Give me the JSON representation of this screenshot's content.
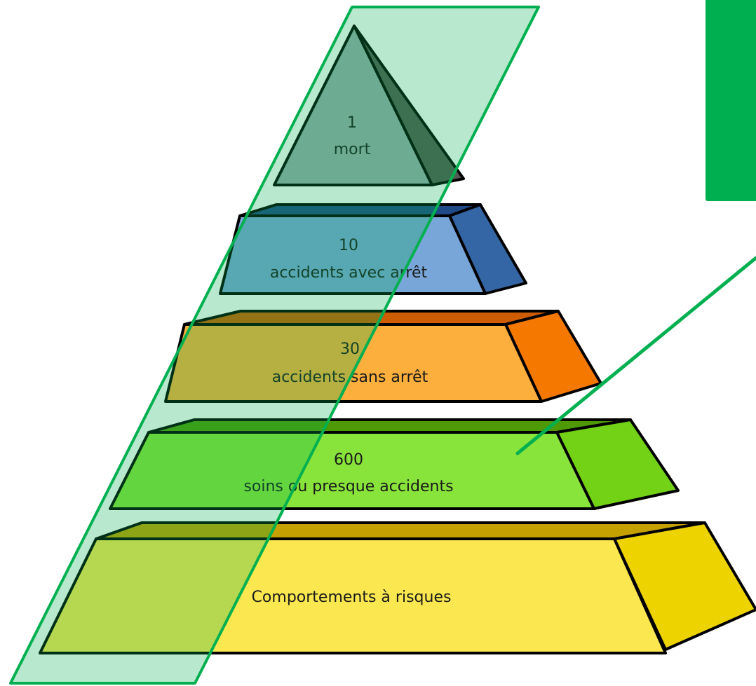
{
  "pyramid": {
    "levels": [
      {
        "id": "level-1",
        "number": "1",
        "label": "mort"
      },
      {
        "id": "level-2",
        "number": "10",
        "label": "accidents avec arrêt"
      },
      {
        "id": "level-3",
        "number": "30",
        "label": "accidents sans arrêt"
      },
      {
        "id": "level-4",
        "number": "600",
        "label": "soins ou presque accidents"
      },
      {
        "id": "level-5",
        "number": "",
        "label": "Comportements à risques"
      }
    ]
  },
  "colors": {
    "overlay": "#00b050",
    "note_box": "#00b050",
    "mort": "#97a9ac",
    "blue_front": "#79a6d9",
    "orange_front": "#fcaf3d",
    "green_front": "#88e33a",
    "yellow_front": "#fbe851"
  },
  "note_box": {
    "line1": "",
    "line2": ""
  }
}
